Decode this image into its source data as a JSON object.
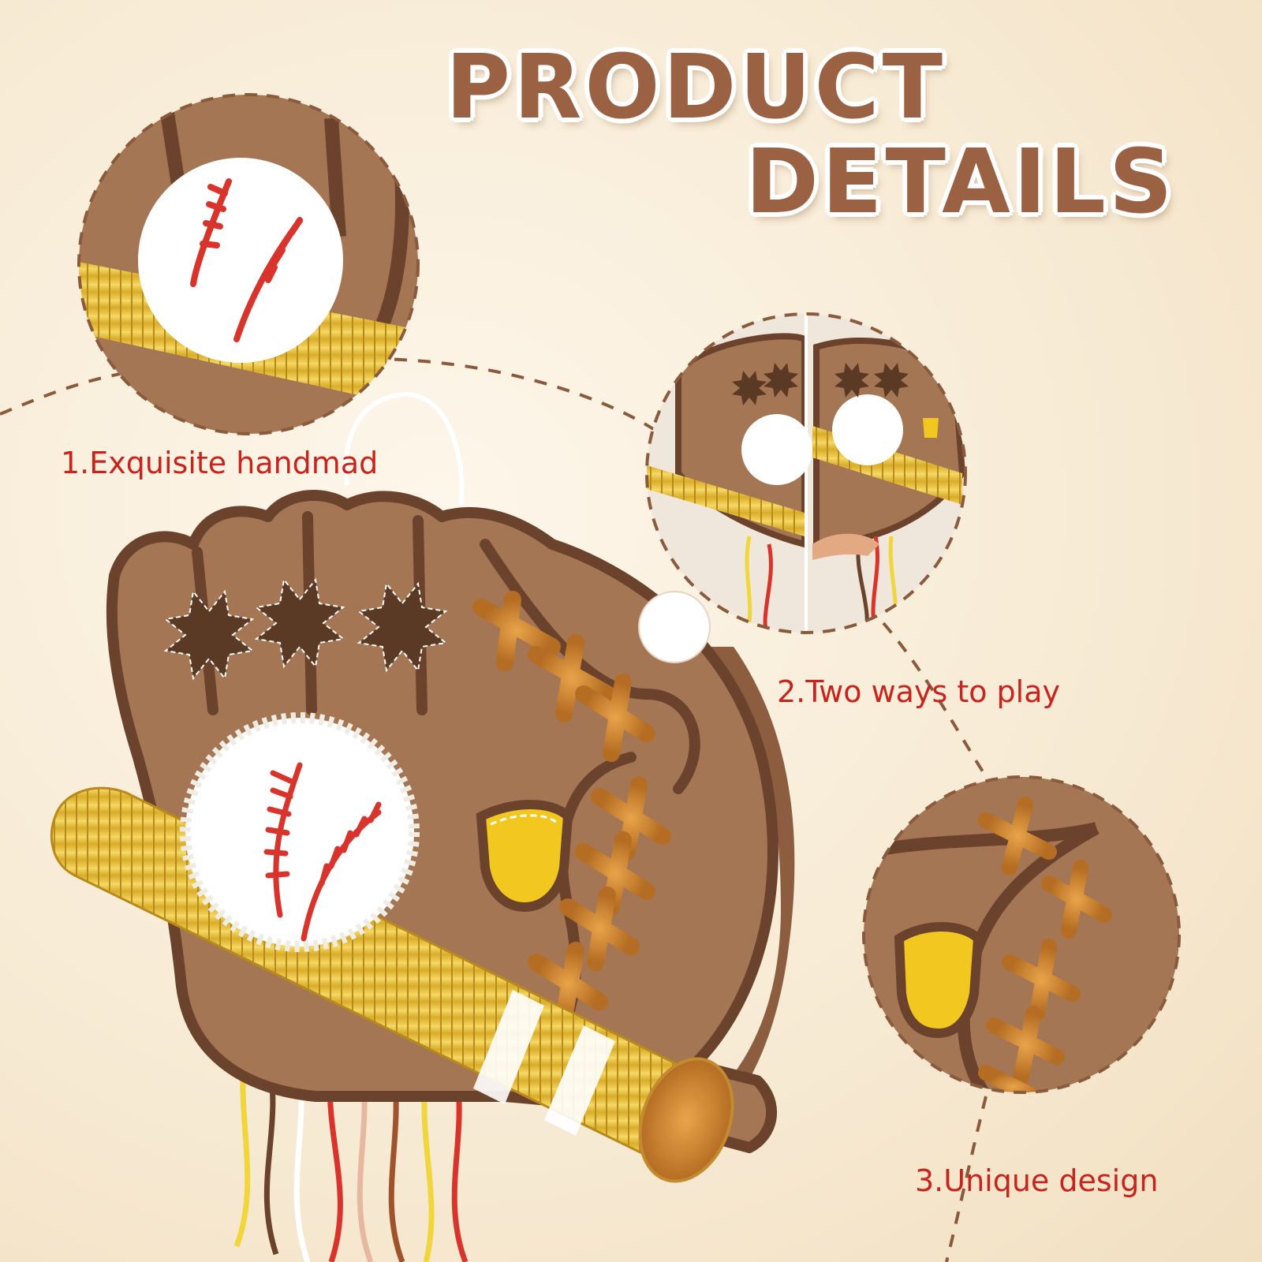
{
  "heading": {
    "line1": "PRODUCT",
    "line2": "DETAILS"
  },
  "features": [
    {
      "label": "1.Exquisite handmad"
    },
    {
      "label": "2.Two ways to play"
    },
    {
      "label": "3.Unique design"
    }
  ],
  "colors": {
    "background": "#f7ead3",
    "title": "#9a6242",
    "label": "#c8231c",
    "glove": "#a57654",
    "glove_dark": "#6b432d",
    "bat_gold": "#e8c23a",
    "ball": "#ffffff",
    "stitch_red": "#d9342b",
    "dashed_line": "#8a5a3c"
  },
  "icons": [
    "baseball-glove-pinata",
    "baseball",
    "baseball-bat",
    "yellow-patch",
    "x-stitch"
  ]
}
